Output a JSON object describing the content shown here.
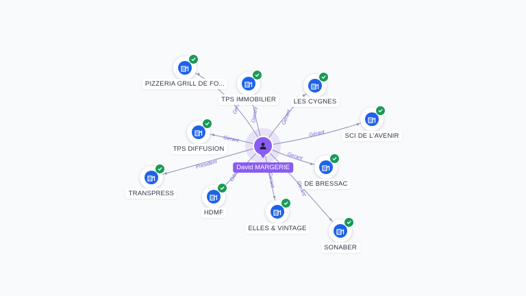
{
  "center": {
    "name": "David MARGERIE",
    "icon": "person-icon"
  },
  "colors": {
    "edge": "#8a93b8",
    "edge_label": "#7a5fe0",
    "center": "#8a5cf0",
    "company": "#1f63e6",
    "verified": "#1a9a57"
  },
  "companies": [
    {
      "id": "pizzeria",
      "name": "PIZZERIA GRILL DE FO...",
      "role": "Gerant",
      "icon": "company-building-icon",
      "verified": true
    },
    {
      "id": "tps-immo",
      "name": "TPS IMMOBILIER",
      "role": "Gerant",
      "icon": "company-building-icon",
      "verified": true
    },
    {
      "id": "cygnes",
      "name": "LES CYGNES",
      "role": "Gerant",
      "icon": "company-building-icon",
      "verified": true
    },
    {
      "id": "sci",
      "name": "SCI DE L'AVENIR",
      "role": "Gérant",
      "icon": "company-building-icon",
      "verified": true
    },
    {
      "id": "tps-diff",
      "name": "TPS DIFFUSION",
      "role": "Gerant",
      "icon": "company-building-icon",
      "verified": true
    },
    {
      "id": "bressac",
      "name": "DE BRESSAC",
      "role": "Gerant",
      "icon": "company-building-icon",
      "verified": true
    },
    {
      "id": "transpress",
      "name": "TRANSPRESS",
      "role": "President",
      "icon": "company-building-icon",
      "verified": true
    },
    {
      "id": "hdmf",
      "name": "HDMF",
      "role": "Gérant",
      "icon": "company-building-icon",
      "verified": true
    },
    {
      "id": "elles",
      "name": "ELLES & VINTAGE",
      "role": "Gerant",
      "icon": "company-building-icon",
      "verified": true
    },
    {
      "id": "sonaber",
      "name": "SONABER",
      "role": "Gerant",
      "icon": "company-building-icon",
      "verified": true
    }
  ]
}
